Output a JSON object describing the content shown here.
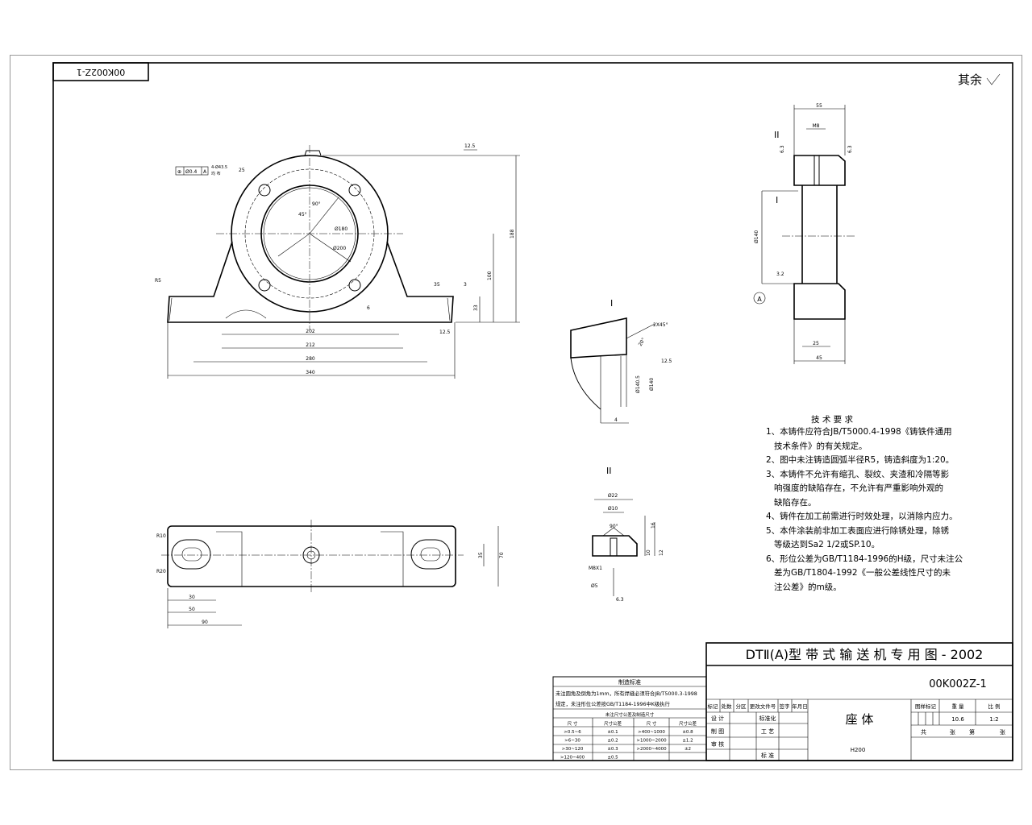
{
  "drawing": {
    "corner_code": "00K002Z-1",
    "roughness_note": "其余",
    "section_labels": {
      "I": "I",
      "II": "II"
    },
    "datum": "A",
    "tolerance_frame": {
      "symbol": "⊕",
      "value": "Ø0.4",
      "datum": "A",
      "note_1": "4-Ø43.5",
      "note_2": "均 布"
    },
    "front_view_dims": {
      "d202": "202",
      "d212": "212",
      "d280": "280",
      "d340": "340",
      "h188": "188",
      "h100": "100",
      "h33": "33",
      "h3": "3",
      "h6": "6",
      "r5": "R5",
      "r25": "25",
      "ang90": "90°",
      "ang45": "45°",
      "dia180": "Ø180",
      "dia200": "Ø200",
      "r12_5a": "12.5",
      "r12_5b": "12.5",
      "d35": "35"
    },
    "top_view_dims": {
      "r10": "R10",
      "r20": "R20",
      "d30": "30",
      "d50": "50",
      "d90": "90",
      "d35": "35",
      "d70": "70"
    },
    "side_view_dims": {
      "w55": "55",
      "d_m8": "M8",
      "t63a": "6.3",
      "t63b": "6.3",
      "dia": "Ø140",
      "r32": "3.2",
      "w25": "25",
      "w45": "45"
    },
    "detail_I_dims": {
      "chamfer": "2X45°",
      "angle": "20°",
      "dia1": "Ø140.5",
      "dia2": "Ø140",
      "w4": "4",
      "r12_5": "12.5"
    },
    "detail_II_dims": {
      "d22": "Ø22",
      "d10": "Ø10",
      "ang90": "90°",
      "h16": "16",
      "h10": "10",
      "h12": "12",
      "m8": "M8X1",
      "d5": "Ø5",
      "r6_3": "6.3"
    }
  },
  "requirements": {
    "title": "技 术 要 求",
    "lines": [
      "1、本铸件应符合JB/T5000.4-1998《铸铁件通用",
      "   技术条件》的有关规定。",
      "2、图中未注铸造圆弧半径R5，铸造斜度为1:20。",
      "3、本铸件不允许有缩孔、裂纹、夹渣和冷隔等影",
      "   响强度的缺陷存在，不允许有严重影响外观的",
      "   缺陷存在。",
      "4、铸件在加工前需进行时效处理，以消除内应力。",
      "5、本件涂装前非加工表面应进行除锈处理，除锈",
      "   等级达到Sa2 1/2或SP.10。",
      "6、形位公差为GB/T1184-1996的H级，尺寸未注公",
      "   差为GB/T1804-1992《一般公差线性尺寸的未",
      "   注公差》的m级。"
    ]
  },
  "standards": {
    "header": "制造标准",
    "line1": "未注圆角及倒角为1mm，所有焊缝必须符合JB/T5000.3-1998",
    "line2": "规定，未注形位公差按GB/T1184-1996中K级执行",
    "subheader": "未注尺寸公差及制造尺寸",
    "col_headers": [
      "尺 寸",
      "尺寸公差",
      "尺 寸",
      "尺寸公差"
    ],
    "rows": [
      [
        ">0.5~6",
        "±0.1",
        ">400~1000",
        "±0.8"
      ],
      [
        ">6~30",
        "±0.2",
        ">1000~2000",
        "±1.2"
      ],
      [
        ">30~120",
        "±0.3",
        ">2000~4000",
        "±2"
      ],
      [
        ">120~400",
        "±0.5",
        "",
        ""
      ]
    ]
  },
  "title_block": {
    "title": "DTⅡ(A)型  带 式 输 送 机 专 用 图 - 2002",
    "drawing_no": "00K002Z-1",
    "part_name": "座  体",
    "spec": "H200",
    "rev_headers": [
      "标记",
      "处数",
      "分区",
      "更改文件号",
      "签字",
      "年月日"
    ],
    "roles": [
      "设 计",
      "制 图",
      "审 核"
    ],
    "roles2": [
      "标准化",
      "工 艺",
      "标 准"
    ],
    "attr_headers": [
      "图样标记",
      "重 量",
      "比 例"
    ],
    "weight": "10.6",
    "scale": "1:2",
    "sheet_total": "共",
    "sheet_unit": "张",
    "sheet_no": "第",
    "sheet_unit2": "张"
  }
}
